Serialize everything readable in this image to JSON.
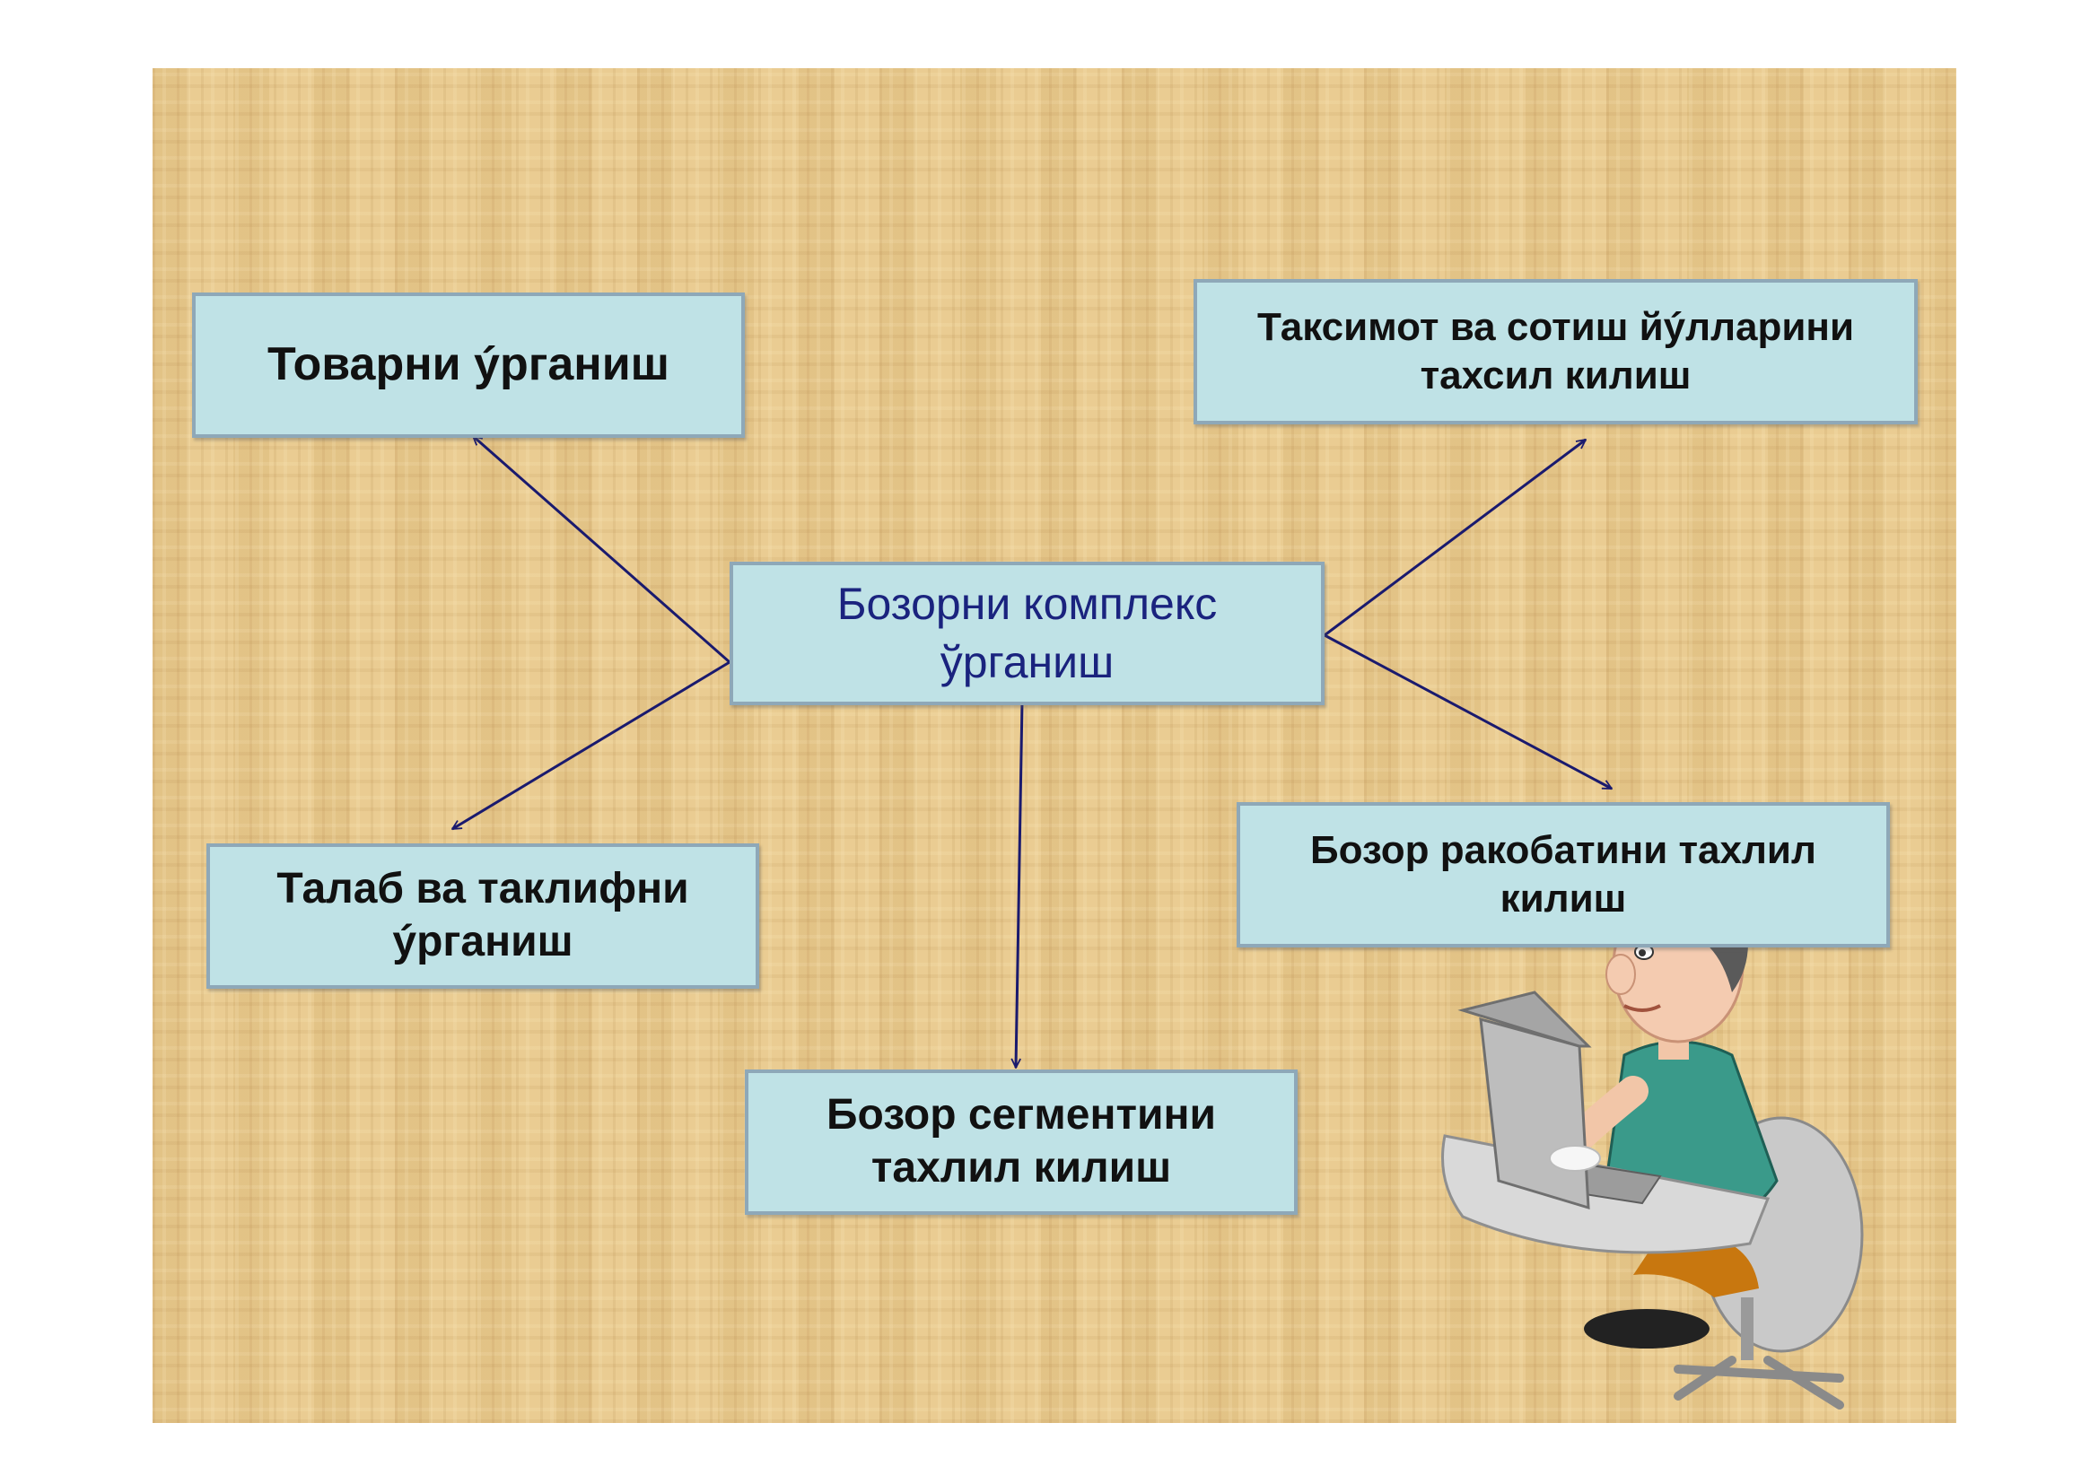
{
  "diagram": {
    "center": "Бозорни  комплекс\nўрганиш",
    "top_left": "Товарни ýрганиш",
    "top_right": "Таксимот ва сотиш йýлларини\nтахсил килиш",
    "bottom_left": "Талаб ва таклифни\nýрганиш",
    "bottom_right": "Бозор ракобатини тахлил\nкилиш",
    "bottom_center": "Бозор сегментини\nтахлил килиш"
  },
  "colors": {
    "box_fill": "#bfe2e6",
    "box_border": "#8ea8b8",
    "center_text": "#1a237e",
    "arrow": "#1a1a6e",
    "background": "#e8c98c"
  },
  "illustration": "person-at-computer-icon"
}
